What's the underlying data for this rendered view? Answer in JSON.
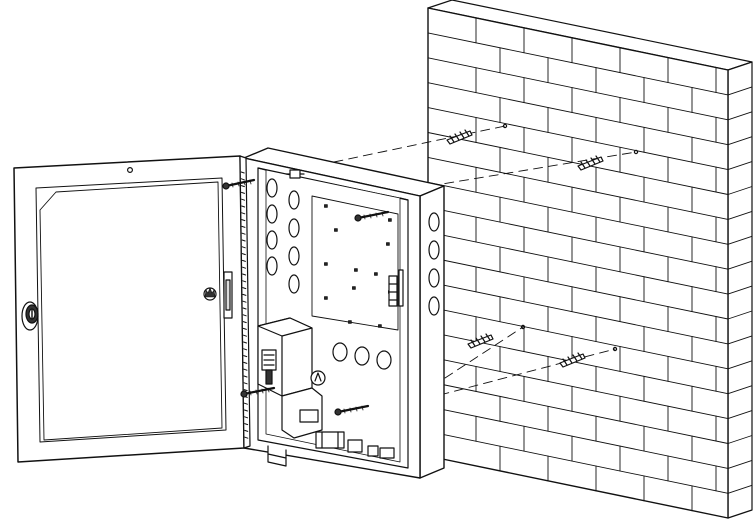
{
  "figure": {
    "kind": "line-art installation drawing",
    "colors": {
      "line": "#111111",
      "fill": "#ffffff",
      "shade": "#dcdcdc",
      "dark": "#555555"
    },
    "icons": [
      "brick-wall",
      "wall-plug",
      "mounting-screw",
      "enclosure-cabinet",
      "hinged-door",
      "cam-lock",
      "crown-emblem",
      "power-supply-module"
    ]
  }
}
